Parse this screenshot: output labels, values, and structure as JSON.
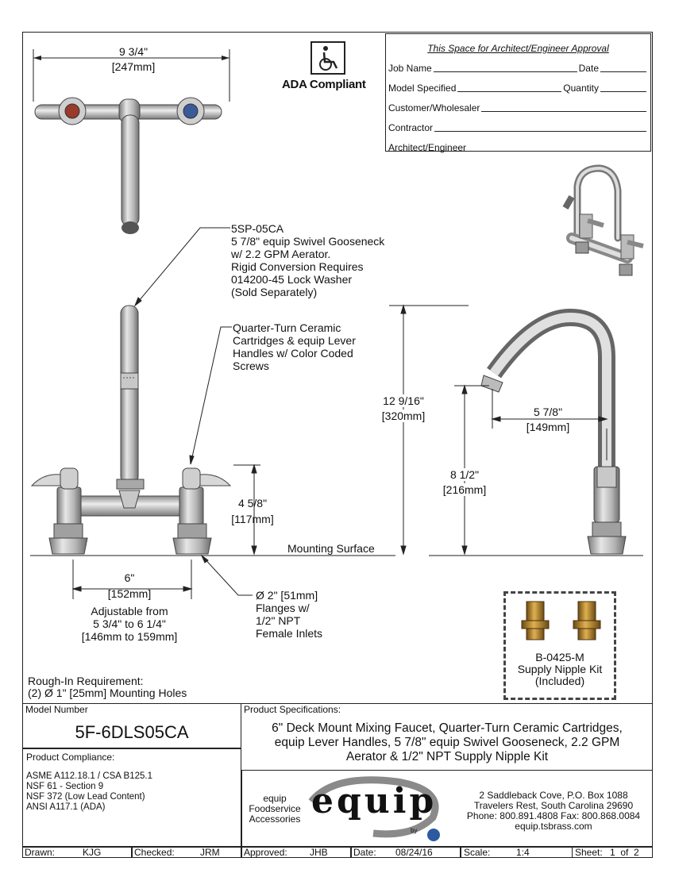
{
  "top_view": {
    "dimension_in": "9 3/4\"",
    "dimension_mm": "247mm"
  },
  "ada": {
    "label": "ADA Compliant",
    "icon": "wheelchair-icon"
  },
  "approval": {
    "header": "This Space for Architect/Engineer Approval",
    "job_name": "Job Name",
    "date": "Date",
    "model_specified": "Model Specified",
    "quantity": "Quantity",
    "customer": "Customer/Wholesaler",
    "contractor": "Contractor",
    "architect": "Architect/Engineer"
  },
  "callouts": {
    "spout": [
      "5SP-05CA",
      "5 7/8\" equip Swivel Gooseneck",
      "w/ 2.2 GPM Aerator.",
      "Rigid Conversion Requires",
      "014200-45 Lock Washer",
      "(Sold Separately)"
    ],
    "cartridges": [
      "Quarter-Turn Ceramic",
      "Cartridges & equip Lever",
      "Handles w/ Color Coded",
      "Screws"
    ],
    "flanges": [
      "Ø 2\" [51mm]",
      "Flanges w/",
      "1/2\" NPT",
      "Female Inlets"
    ],
    "adjustable": [
      "Adjustable from",
      "5 3/4\" to 6 1/4\"",
      "[146mm to 159mm]"
    ]
  },
  "dimensions": {
    "center_in": "6\"",
    "center_mm": "152mm",
    "height_in": "4 5/8\"",
    "height_mm": "117mm",
    "overall_in": "12 9/16\"",
    "overall_mm": "320mm",
    "spout_height_in": "8 1/2\"",
    "spout_height_mm": "216mm",
    "reach_in": "5 7/8\"",
    "reach_mm": "149mm",
    "mounting_surface": "Mounting Surface"
  },
  "nipple_kit": [
    "B-0425-M",
    "Supply Nipple Kit",
    "(Included)"
  ],
  "rough_in": [
    "Rough-In Requirement:",
    "(2) Ø 1\" [25mm] Mounting Holes"
  ],
  "title_block": {
    "model_number_label": "Model Number",
    "model_number": "5F-6DLS05CA",
    "compliance_label": "Product Compliance:",
    "compliance": [
      "ASME A112.18.1 / CSA B125.1",
      "NSF 61 - Section 9",
      "NSF 372 (Low Lead Content)",
      "ANSI A117.1 (ADA)"
    ],
    "specs_label": "Product Specifications:",
    "specs": [
      "6\" Deck Mount Mixing Faucet, Quarter-Turn Ceramic Cartridges,",
      "equip Lever Handles, 5 7/8\" equip Swivel Gooseneck, 2.2 GPM",
      "Aerator & 1/2\" NPT Supply Nipple Kit"
    ],
    "brand_sub": [
      "equip",
      "Foodservice",
      "Accessories"
    ],
    "brand_logo": "equip",
    "brand_by": "by",
    "address": [
      "2 Saddleback Cove, P.O. Box 1088",
      "Travelers Rest, South Carolina 29690",
      "Phone: 800.891.4808  Fax: 800.868.0084",
      "equip.tsbrass.com"
    ],
    "drawn_label": "Drawn:",
    "drawn": "KJG",
    "checked_label": "Checked:",
    "checked": "JRM",
    "approved_label": "Approved:",
    "approved": "JHB",
    "date_label": "Date:",
    "date": "08/24/16",
    "scale_label": "Scale:",
    "scale": "1:4",
    "sheet_label": "Sheet:",
    "sheet": "1  of  2"
  }
}
